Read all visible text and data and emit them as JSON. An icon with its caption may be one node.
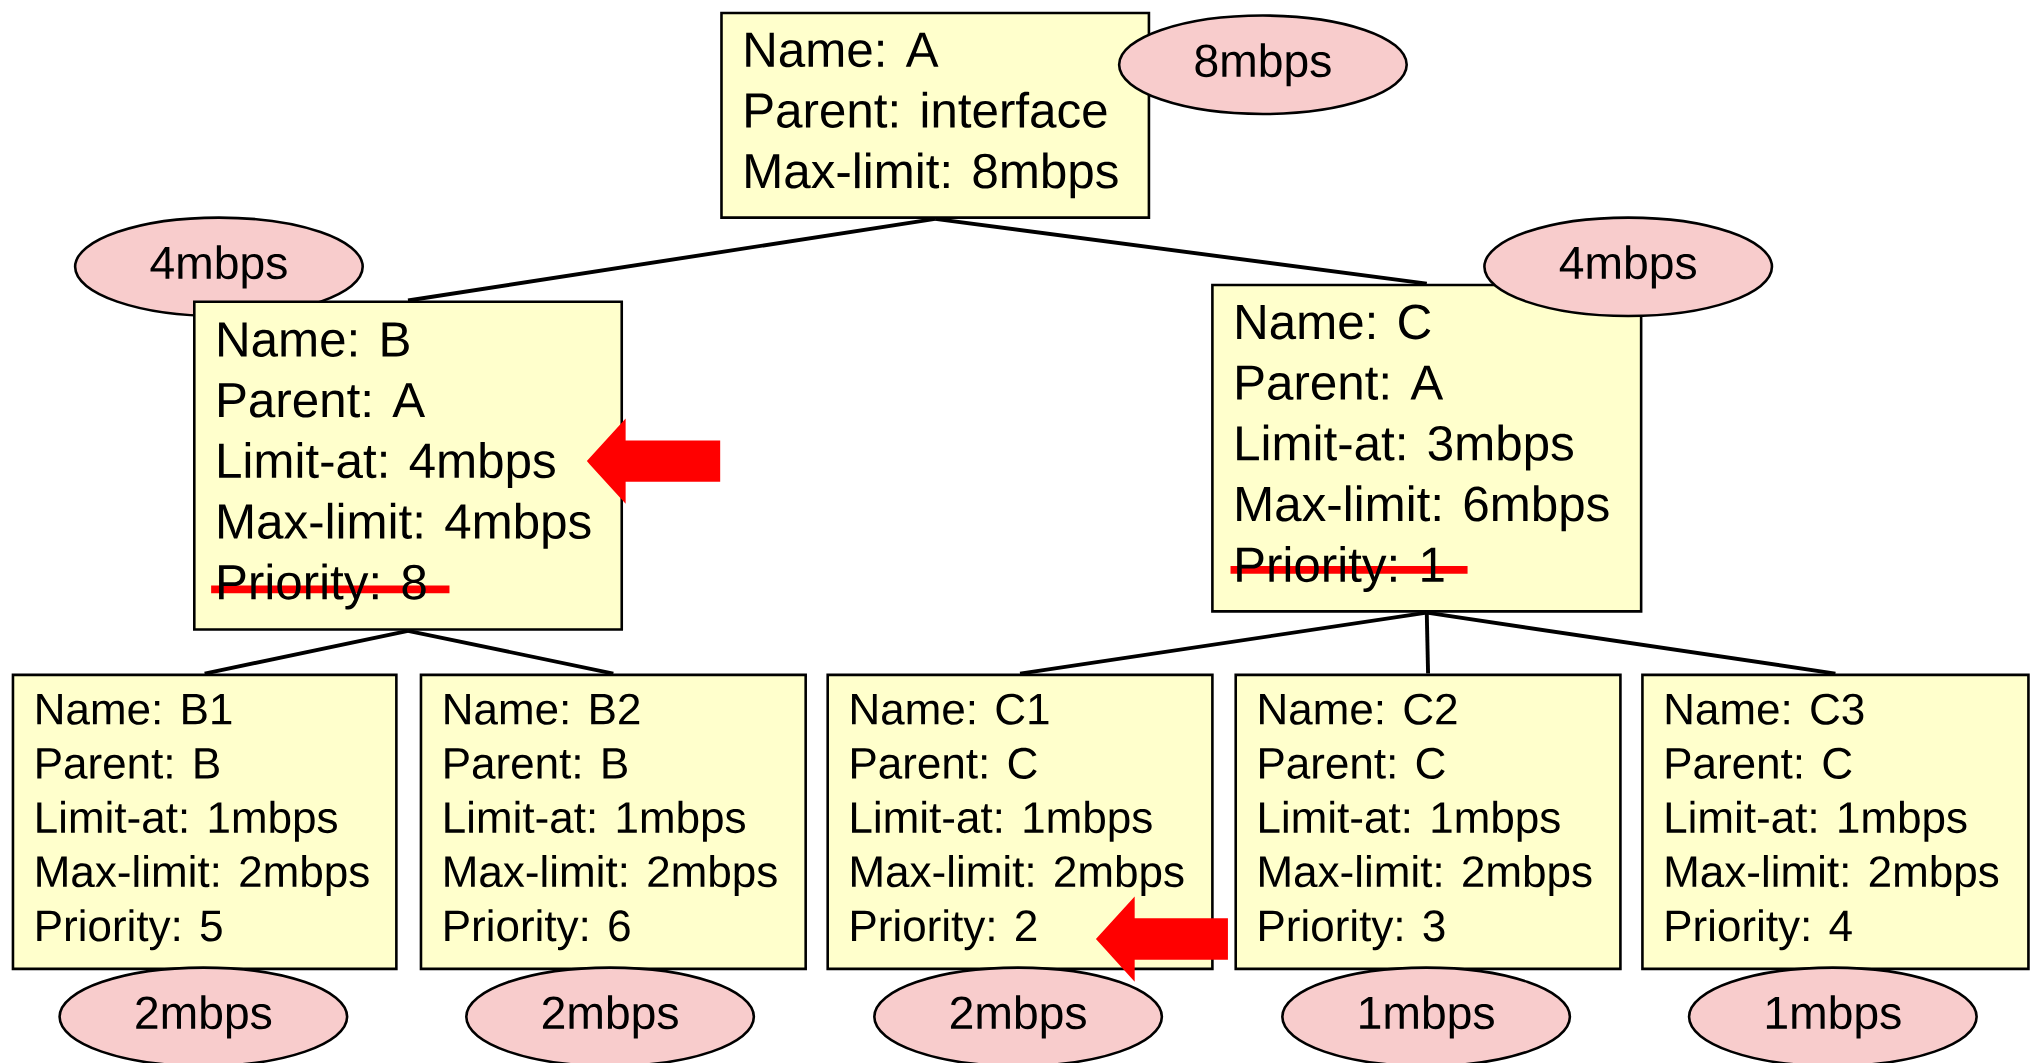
{
  "diagram": {
    "nodes": [
      {
        "text": [
          "Name: A",
          "Parent: interface",
          "Max-limit: 8mbps"
        ]
      },
      {
        "text": [
          "8mbps"
        ]
      },
      {
        "text": [
          "4mbps"
        ]
      },
      {
        "text": [
          "Name: B",
          "Parent: A",
          "Limit-at: 4mbps",
          "Max-limit: 4mbps",
          "Priority: 8"
        ]
      },
      {
        "text": [
          "Name: C",
          "Parent: A",
          "Limit-at: 3mbps",
          "Max-limit: 6mbps",
          "Priority: 1"
        ]
      },
      {
        "text": [
          "4mbps"
        ]
      },
      {
        "text": [
          "Name: B1",
          "Parent: B",
          "Limit-at: 1mbps",
          "Max-limit: 2mbps",
          "Priority: 5"
        ]
      },
      {
        "text": [
          "Name: B2",
          "Parent: B",
          "Limit-at: 1mbps",
          "Max-limit: 2mbps",
          "Priority: 6"
        ]
      },
      {
        "text": [
          "Name: C1",
          "Parent: C",
          "Limit-at: 1mbps",
          "Max-limit: 2mbps",
          "Priority: 2"
        ]
      },
      {
        "text": [
          "Name: C2",
          "Parent: C",
          "Limit-at: 1mbps",
          "Max-limit: 2mbps",
          "Priority: 3"
        ]
      },
      {
        "text": [
          "Name: C3",
          "Parent: C",
          "Limit-at: 1mbps",
          "Max-limit: 2mbps",
          "Priority: 4"
        ]
      },
      {
        "text": [
          "2mbps"
        ]
      },
      {
        "text": [
          "2mbps"
        ]
      },
      {
        "text": [
          "2mbps"
        ]
      },
      {
        "text": [
          "1mbps"
        ]
      },
      {
        "text": [
          "1mbps"
        ]
      }
    ],
    "edges": [
      {
        "from": 0,
        "to": 3,
        "arrow": "none"
      },
      {
        "from": 0,
        "to": 4,
        "arrow": "none"
      },
      {
        "from": 3,
        "to": 6,
        "arrow": "none"
      },
      {
        "from": 3,
        "to": 7,
        "arrow": "none"
      },
      {
        "from": 4,
        "to": 8,
        "arrow": "none"
      },
      {
        "from": 4,
        "to": 9,
        "arrow": "none"
      },
      {
        "from": 4,
        "to": 10,
        "arrow": "none"
      },
      {
        "from": null,
        "to": 3,
        "arrow": "to",
        "style": "thick",
        "color": "#ff0000"
      },
      {
        "from": 9,
        "to": 8,
        "arrow": "to",
        "style": "thick",
        "color": "#ff0000"
      }
    ]
  }
}
